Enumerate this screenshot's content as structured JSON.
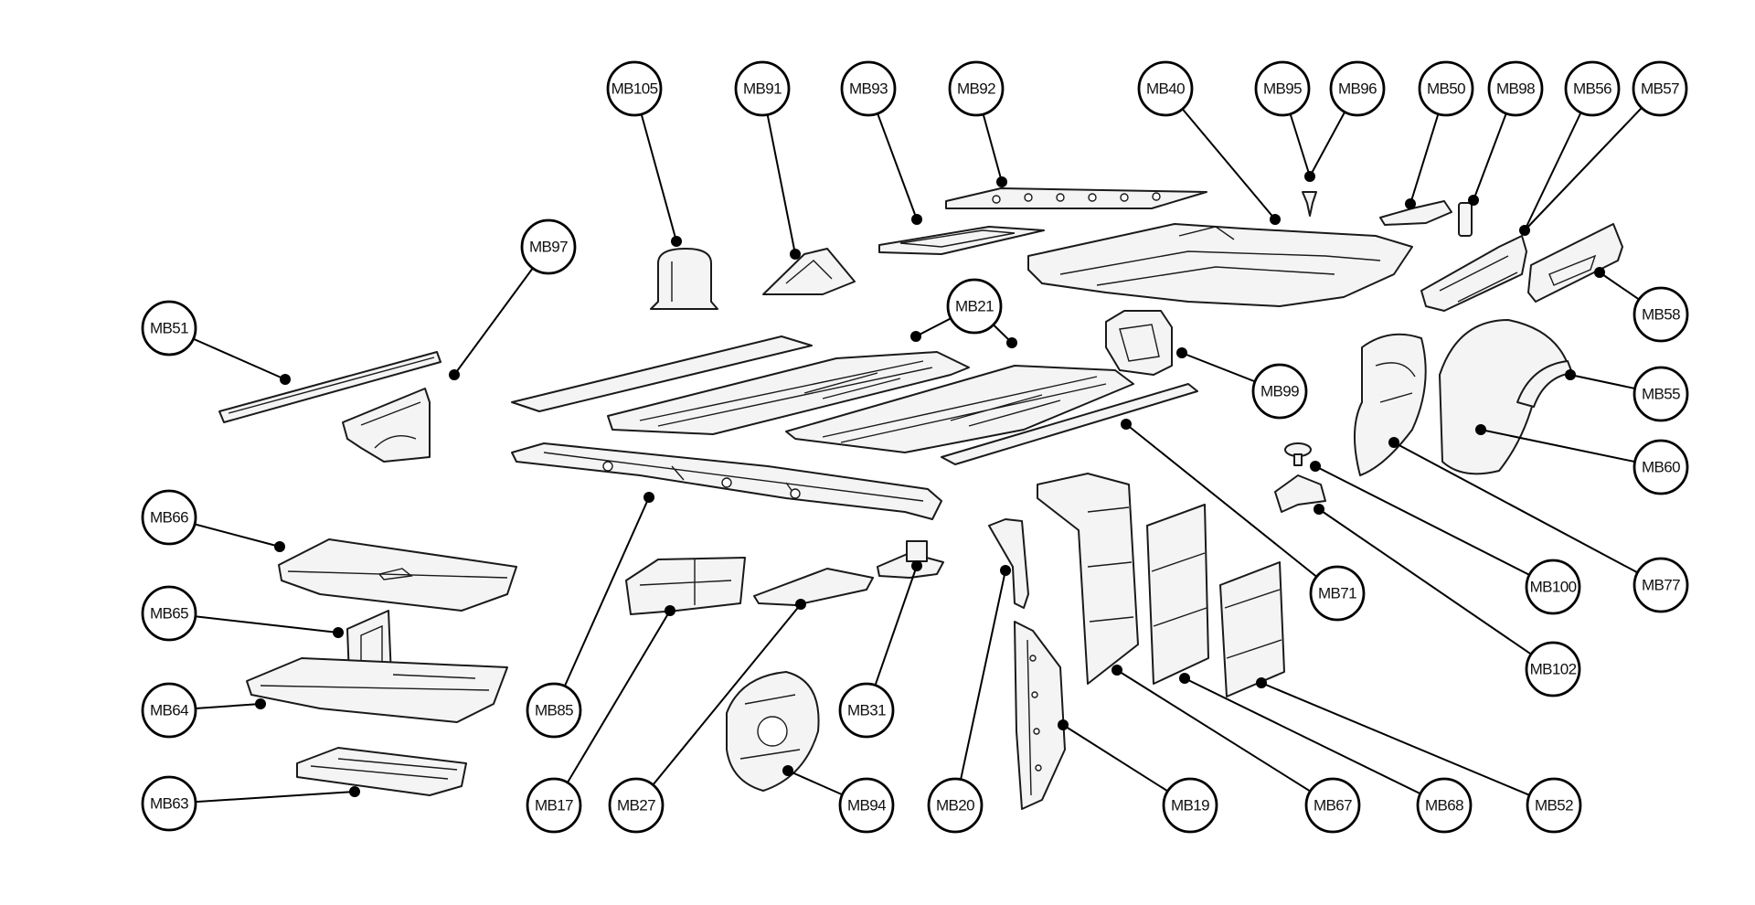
{
  "callouts": [
    {
      "label": "MB105"
    },
    {
      "label": "MB91"
    },
    {
      "label": "MB93"
    },
    {
      "label": "MB92"
    },
    {
      "label": "MB40"
    },
    {
      "label": "MB95"
    },
    {
      "label": "MB96"
    },
    {
      "label": "MB50"
    },
    {
      "label": "MB98"
    },
    {
      "label": "MB56"
    },
    {
      "label": "MB57"
    },
    {
      "label": "MB97"
    },
    {
      "label": "MB51"
    },
    {
      "label": "MB21"
    },
    {
      "label": "MB58"
    },
    {
      "label": "MB99"
    },
    {
      "label": "MB55"
    },
    {
      "label": "MB60"
    },
    {
      "label": "MB66"
    },
    {
      "label": "MB65"
    },
    {
      "label": "MB64"
    },
    {
      "label": "MB63"
    },
    {
      "label": "MB85"
    },
    {
      "label": "MB17"
    },
    {
      "label": "MB27"
    },
    {
      "label": "MB94"
    },
    {
      "label": "MB31"
    },
    {
      "label": "MB20"
    },
    {
      "label": "MB19"
    },
    {
      "label": "MB67"
    },
    {
      "label": "MB68"
    },
    {
      "label": "MB52"
    },
    {
      "label": "MB71"
    },
    {
      "label": "MB100"
    },
    {
      "label": "MB77"
    },
    {
      "label": "MB102"
    }
  ]
}
